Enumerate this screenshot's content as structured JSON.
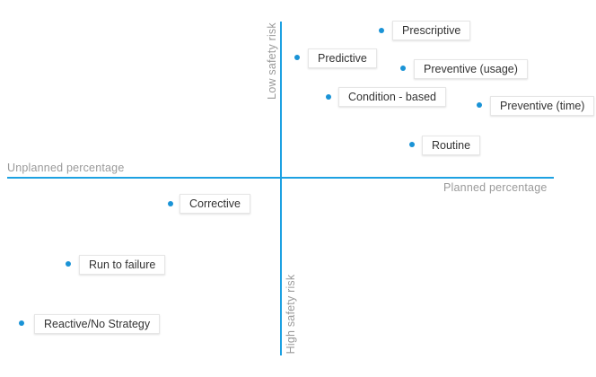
{
  "axes": {
    "horizontal_left_label": "Unplanned percentage",
    "horizontal_right_label": "Planned percentage",
    "vertical_top_label": "Low safety risk",
    "vertical_bottom_label": "High safety risk"
  },
  "strategies": [
    "Prescriptive",
    "Predictive",
    "Preventive (usage)",
    "Condition - based",
    "Preventive (time)",
    "Routine",
    "Corrective",
    "Run to failure",
    "Reactive/No Strategy"
  ],
  "colors": {
    "axis": "#1da1e2",
    "dot": "#1a93d6",
    "axis_label": "#9a9a9a",
    "box_text": "#333333"
  }
}
